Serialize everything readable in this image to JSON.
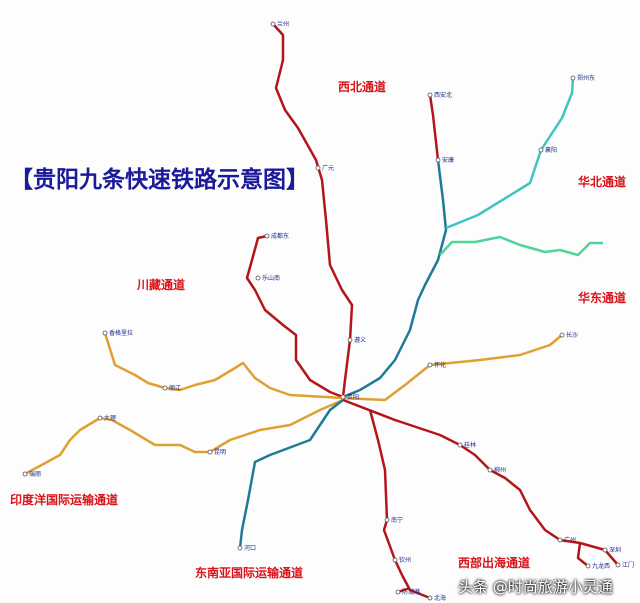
{
  "title": "【贵阳九条快速铁路示意图】",
  "corridors": {
    "northwest": "西北通道",
    "north": "华北通道",
    "east": "华东通道",
    "sichuan_tibet": "川藏通道",
    "indian_ocean": "印度洋国际运输通道",
    "southeast_asia": "东南亚国际运输通道",
    "western_sea": "西部出海通道"
  },
  "stations": [
    "兰州",
    "广元",
    "西安北",
    "安康",
    "郑州东",
    "襄阳",
    "成都东",
    "乐山南",
    "遵义",
    "香格里拉",
    "丽江",
    "大理",
    "瑞丽",
    "昆明",
    "河口",
    "长沙",
    "怀化",
    "桂林",
    "柳州",
    "南宁",
    "钦州",
    "防城港",
    "北海",
    "广州",
    "深圳",
    "江门",
    "九龙西",
    "贵阳"
  ],
  "watermark": "头条 @时尚旅游小灵通",
  "colors": {
    "title": "#1a1a9a",
    "corridor_label": "#d9141a",
    "red_line": "#b3151b",
    "blue_line": "#1f7a99",
    "cyan_line": "#3cc6c0",
    "green_line": "#4fd49a",
    "orange_line": "#e0a030",
    "station_text": "#1b2a8c"
  }
}
